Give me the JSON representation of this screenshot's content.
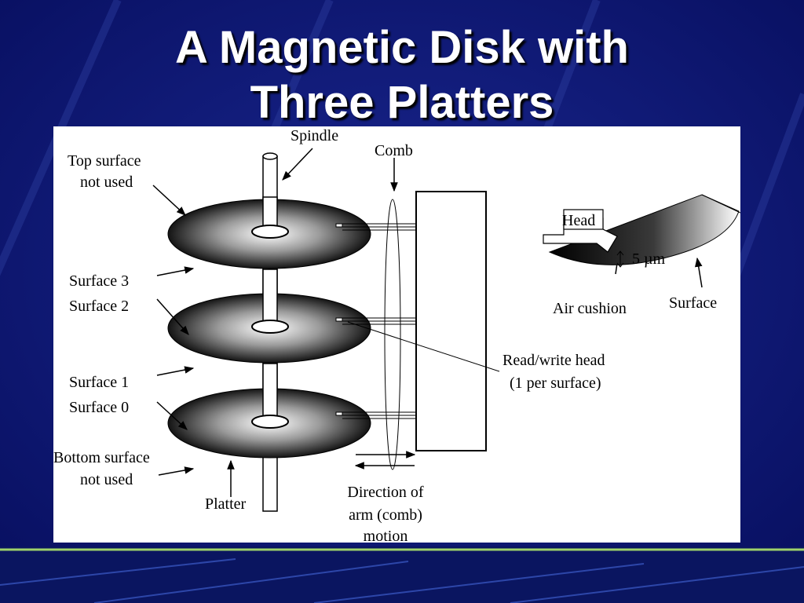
{
  "slide": {
    "title_line1": "A Magnetic Disk with",
    "title_line2": "Three Platters"
  },
  "diagram": {
    "spindle": "Spindle",
    "comb": "Comb",
    "top_surface_line1": "Top surface",
    "top_surface_line2": "not used",
    "surface3": "Surface 3",
    "surface2": "Surface 2",
    "surface1": "Surface 1",
    "surface0": "Surface 0",
    "bottom_surface_line1": "Bottom surface",
    "bottom_surface_line2": "not used",
    "platter": "Platter",
    "direction_line1": "Direction of",
    "direction_line2": "arm (comb)",
    "direction_line3": "motion",
    "rw_head_line1": "Read/write head",
    "rw_head_line2": "(1 per surface)",
    "head": "Head",
    "gap": "5 µm",
    "air_cushion": "Air cushion",
    "surface": "Surface"
  }
}
